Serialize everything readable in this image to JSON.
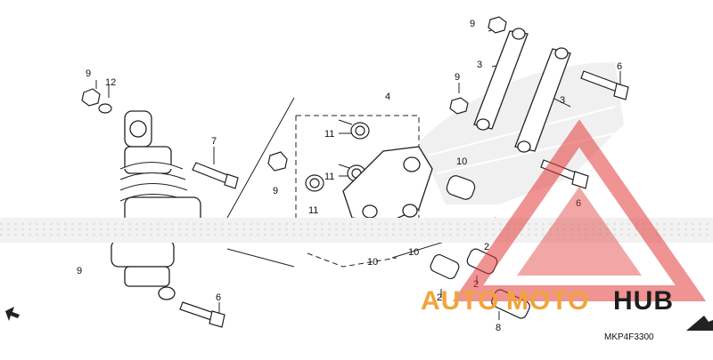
{
  "diagram": {
    "code": "MKP4F3300",
    "callouts": [
      "9",
      "12",
      "7",
      "9",
      "9",
      "6",
      "3",
      "3",
      "9",
      "4",
      "11",
      "11",
      "11",
      "10",
      "6",
      "9",
      "10",
      "10",
      "2",
      "2",
      "2",
      "6",
      "8",
      "9"
    ]
  },
  "watermark": {
    "text_auto": "AUTO",
    "text_moto": "MOTO",
    "text_hub": "HUB",
    "brand_orange": "#f0a43a",
    "brand_dark": "#1d1d1d",
    "triangle_red": "#e23b3b"
  },
  "icons": {
    "front_arrow_left": "front-arrow-icon",
    "front_arrow_right": "front-arrow-icon"
  }
}
